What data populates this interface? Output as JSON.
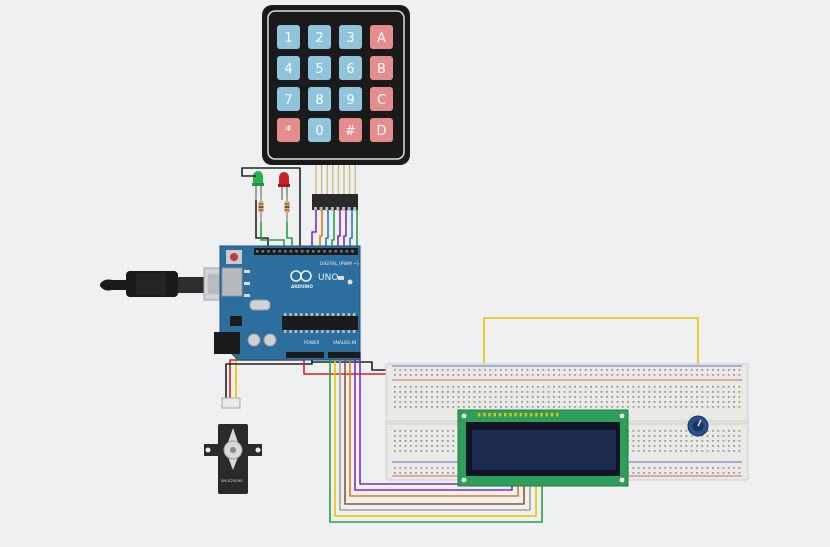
{
  "keypad": {
    "keys": [
      "1",
      "2",
      "3",
      "A",
      "4",
      "5",
      "6",
      "B",
      "7",
      "8",
      "9",
      "C",
      "*",
      "0",
      "#",
      "D"
    ]
  },
  "arduino": {
    "brand": "UNO",
    "logo_text": "ARDUINO",
    "digital_label": "DIGITAL (PWM ~)",
    "power_label": "POWER",
    "analog_label": "ANALOG IN"
  },
  "servo": {
    "model": "SM-S2309S"
  },
  "colors": {
    "background": "#eef0f2",
    "key_blue": "#8fc4dc",
    "key_red": "#e58d8d",
    "board_blue": "#2c6f9f",
    "breadboard": "#e9e9e6",
    "lcd_pcb": "#2f9e5b",
    "lcd_screen": "#1e2a4f",
    "led_green": "#2bb24c",
    "led_red": "#c42424"
  }
}
